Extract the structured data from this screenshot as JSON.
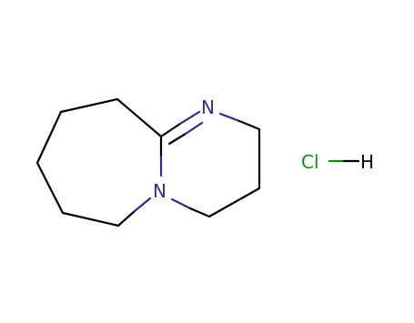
{
  "molecule": {
    "atoms": {
      "n_imine": "N",
      "n_amine": "N",
      "chlorine": "Cl",
      "hydrogen": "H"
    }
  },
  "colors": {
    "bond": "#000000",
    "nitrogen": "#2e2e86",
    "chlorine": "#0f8f0f",
    "hydrogen": "#000000",
    "background": "#ffffff"
  }
}
